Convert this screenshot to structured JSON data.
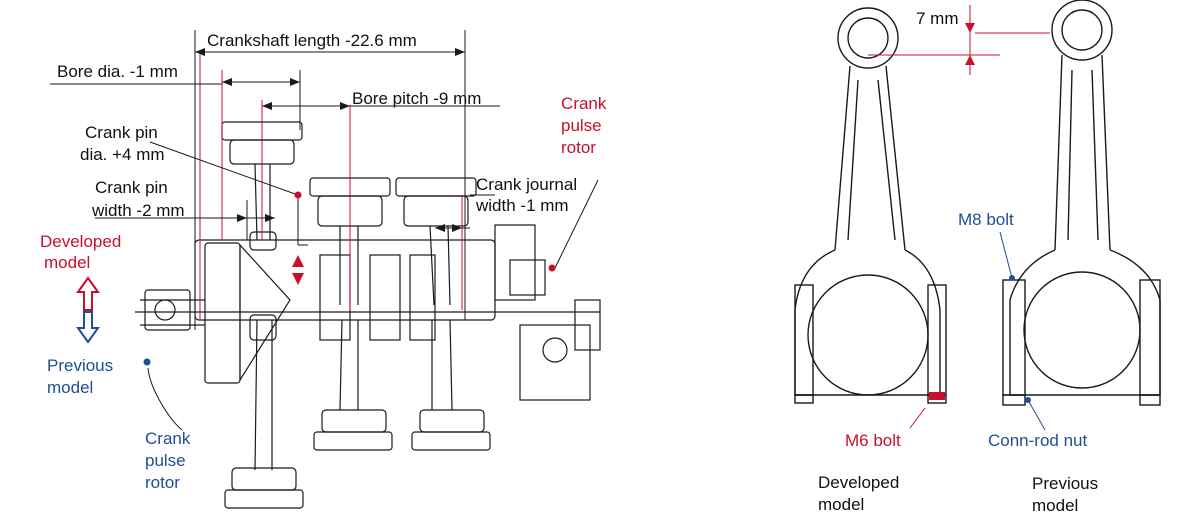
{
  "colors": {
    "line": "#1a1a1a",
    "red": "#c8102e",
    "blue": "#1f4e96"
  },
  "left": {
    "crankshaft_length": "Crankshaft length -22.6 mm",
    "bore_dia": "Bore dia. -1 mm",
    "bore_pitch": "Bore pitch -9 mm",
    "crank_pin_dia_1": "Crank pin",
    "crank_pin_dia_2": "dia. +4 mm",
    "crank_pin_width_1": "Crank pin",
    "crank_pin_width_2": "width -2 mm",
    "crank_journal_1": "Crank journal",
    "crank_journal_2": "width -1 mm",
    "crank_pulse_top_1": "Crank",
    "crank_pulse_top_2": "pulse",
    "crank_pulse_top_3": "rotor",
    "developed_1": "Developed",
    "developed_2": "model",
    "previous_1": "Previous",
    "previous_2": "model",
    "crank_pulse_bottom_1": "Crank",
    "crank_pulse_bottom_2": "pulse",
    "crank_pulse_bottom_3": "rotor"
  },
  "right": {
    "offset": "7 mm",
    "m8_bolt": "M8 bolt",
    "m6_bolt": "M6 bolt",
    "conn_rod_nut": "Conn-rod nut",
    "developed_1": "Developed",
    "developed_2": "model",
    "previous_1": "Previous",
    "previous_2": "model"
  }
}
